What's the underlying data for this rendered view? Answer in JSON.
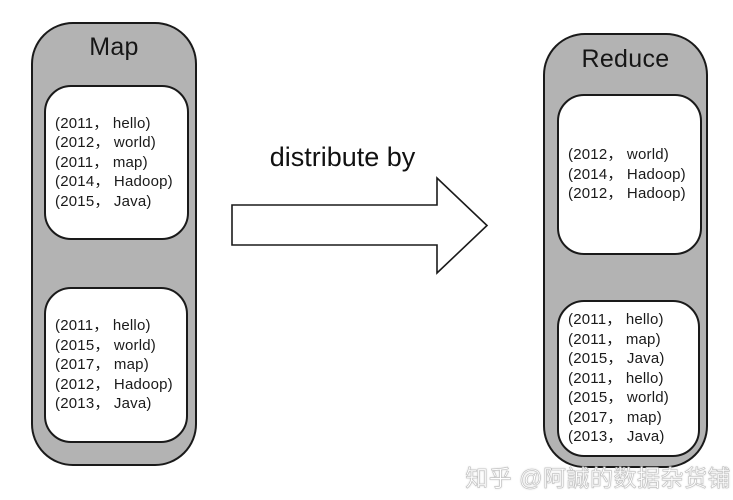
{
  "label": "distribute by",
  "watermark": "知乎 @阿誠的数据杂货铺",
  "map": {
    "title": "Map",
    "partitions": [
      {
        "tuples": [
          "(2011， hello)",
          "(2012， world)",
          "(2011， map)",
          "(2014， Hadoop)",
          "(2015， Java)"
        ]
      },
      {
        "tuples": [
          "(2011， hello)",
          "(2015， world)",
          "(2017， map)",
          "(2012， Hadoop)",
          "(2013， Java)"
        ]
      }
    ]
  },
  "reduce": {
    "title": "Reduce",
    "partitions": [
      {
        "tuples": [
          "(2012， world)",
          "(2014， Hadoop)",
          "(2012， Hadoop)"
        ]
      },
      {
        "tuples": [
          "(2011， hello)",
          "(2011， map)",
          "(2015， Java)",
          "(2011， hello)",
          "(2015， world)",
          "(2017， map)",
          "(2013， Java)"
        ]
      }
    ]
  },
  "colors": {
    "node_fill": "#b3b3b3",
    "box_fill": "#ffffff",
    "outline": "#1a1a1a",
    "text": "#1a1a1a",
    "watermark": "#c4c4c4"
  }
}
